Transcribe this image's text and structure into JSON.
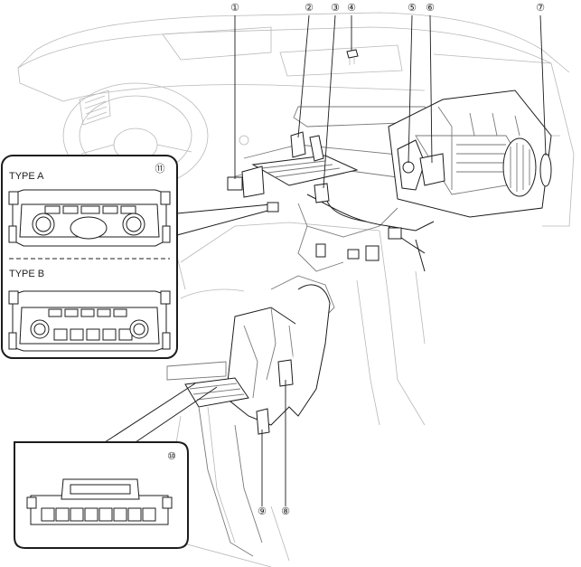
{
  "callouts": {
    "c1": "①",
    "c2": "②",
    "c3": "③",
    "c4": "④",
    "c5": "⑤",
    "c6": "⑥",
    "c7": "⑦",
    "c8": "⑧",
    "c9": "⑨",
    "c10": "⑩",
    "c11": "⑪"
  },
  "inset_types": {
    "type_a": "TYPE A",
    "type_b": "TYPE B"
  }
}
